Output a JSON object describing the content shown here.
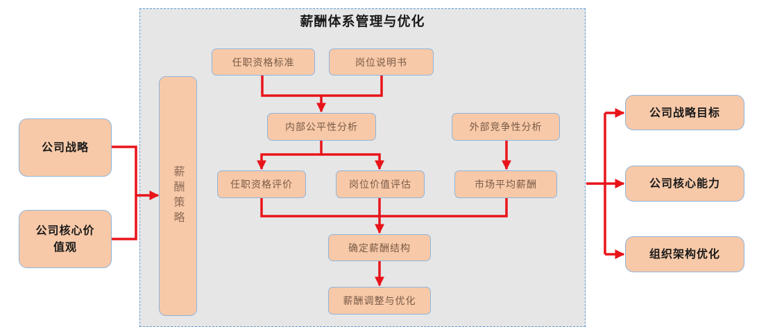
{
  "diagram": {
    "title": "薪酬体系管理与优化",
    "left_inputs": [
      "公司战略",
      "公司核心价值观"
    ],
    "strategy_bar": "薪酬策略",
    "nodes": {
      "qualification_standard": "任职资格标准",
      "job_description": "岗位说明书",
      "internal_equity": "内部公平性分析",
      "external_competitiveness": "外部竞争性分析",
      "qualification_eval": "任职资格评价",
      "job_value_eval": "岗位价值评估",
      "market_avg_pay": "市场平均薪酬",
      "pay_structure": "确定薪酬结构",
      "pay_adjust": "薪酬调整与优化"
    },
    "right_outputs": [
      "公司战略目标",
      "公司核心能力",
      "组织架构优化"
    ],
    "colors": {
      "node_fill": "#f7c9a8",
      "node_border": "#8eb4dc",
      "arrow": "#e8141a",
      "frame_fill": "#e6e6e6",
      "frame_border": "#5b9bd5"
    }
  }
}
